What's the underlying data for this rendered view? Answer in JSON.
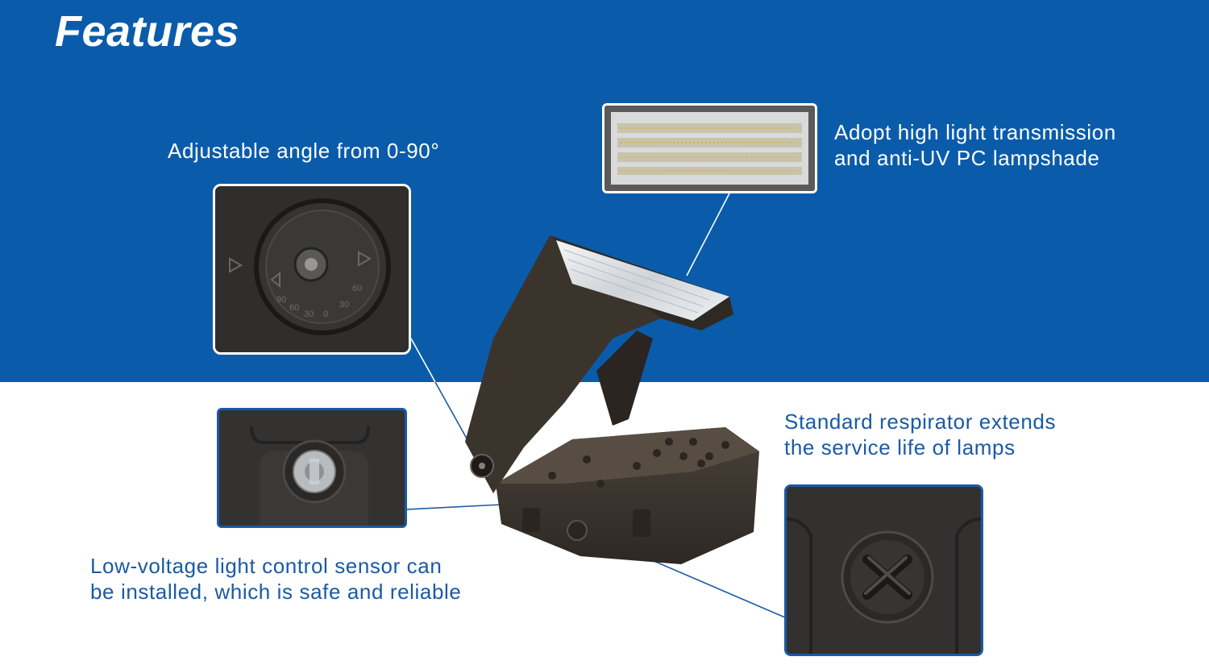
{
  "title": "Features",
  "colors": {
    "band": "#0a5cab",
    "caption_white": "#ffffff",
    "caption_blue": "#1a5aa6",
    "housing": "#3b342d",
    "housing_dark": "#2a2521",
    "frame_light": "#ffffff",
    "frame_blue": "#1a5aa6"
  },
  "features": {
    "angle": {
      "lines": [
        "Adjustable angle from 0-90°"
      ],
      "dial_marks": [
        "60",
        "30",
        "0",
        "30",
        "60",
        "90"
      ],
      "icon": "angle-dial-icon"
    },
    "lampshade": {
      "lines": [
        "Adopt high light transmission",
        "and anti-UV PC lampshade"
      ],
      "icon": "led-panel-icon"
    },
    "sensor": {
      "lines": [
        "Low-voltage light control sensor can",
        "be installed, which is safe and reliable"
      ],
      "icon": "sensor-lens-icon"
    },
    "respirator": {
      "lines": [
        "Standard respirator extends",
        "the service life of lamps"
      ],
      "icon": "respirator-screw-icon"
    }
  }
}
